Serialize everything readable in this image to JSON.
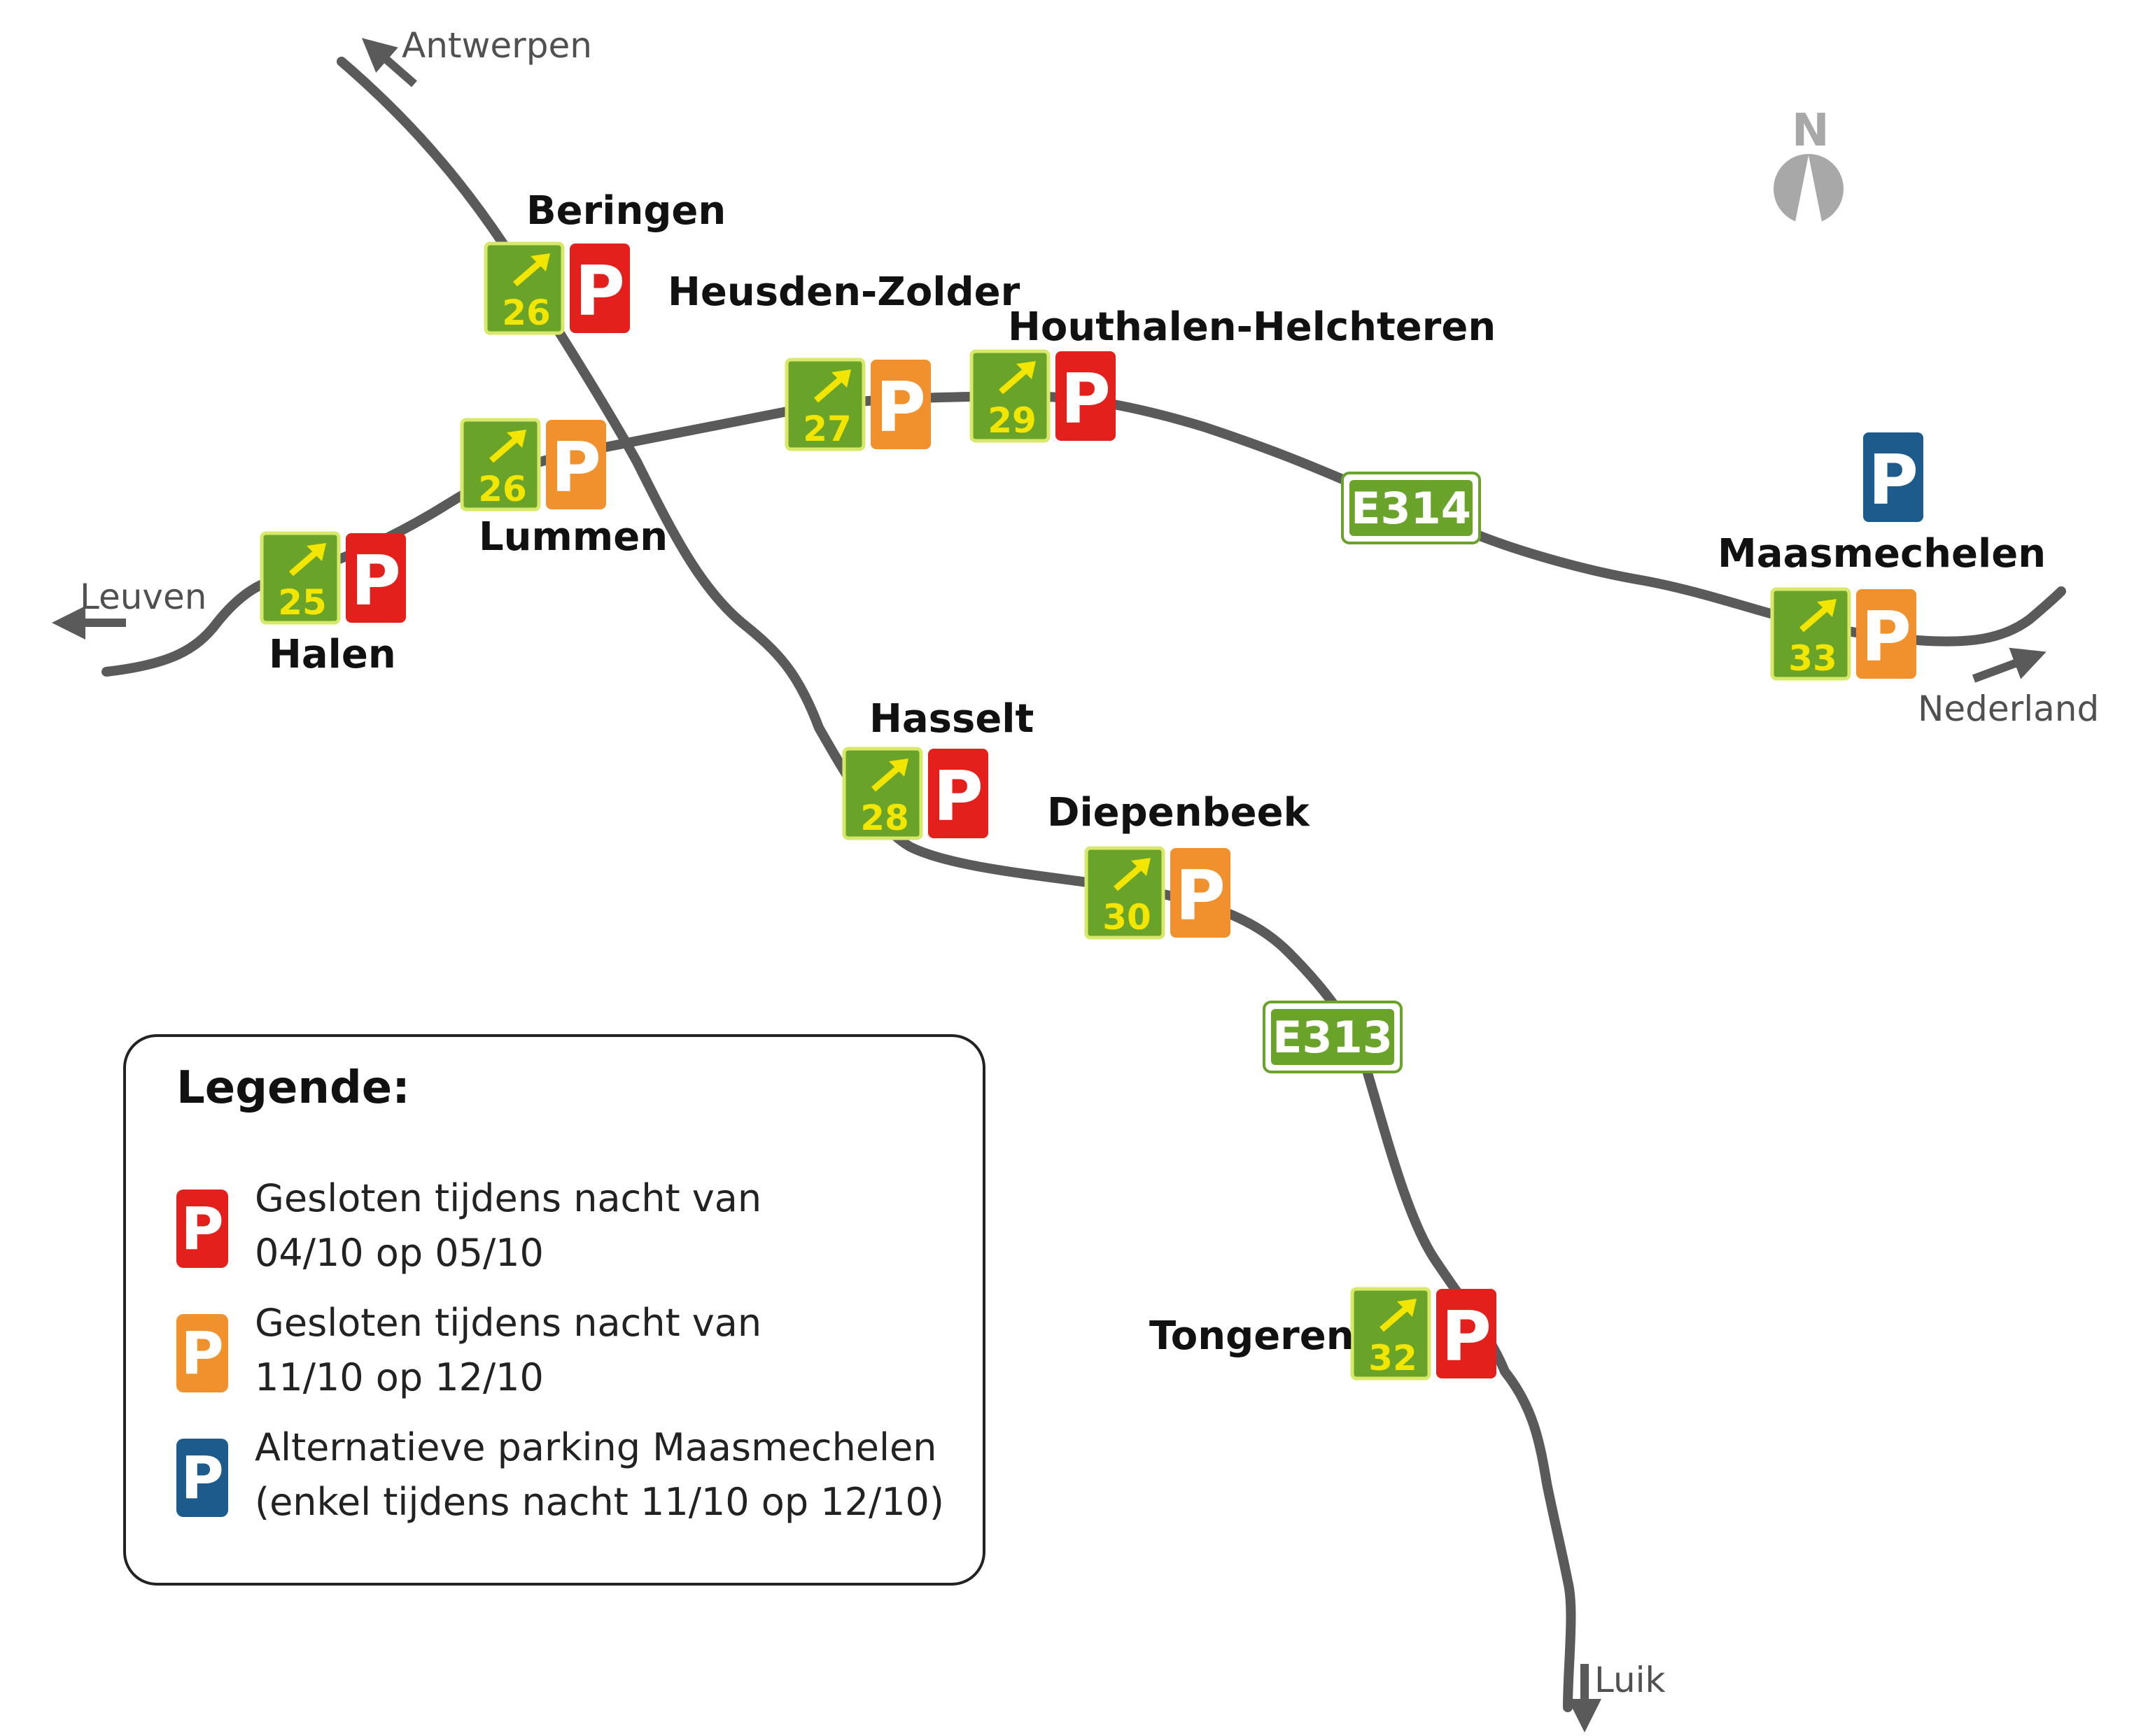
{
  "colors": {
    "road": "#5a5a5a",
    "exit_green": "#6aa329",
    "exit_arrow": "#f2e600",
    "parking_red": "#e3201b",
    "parking_orange": "#f0912e",
    "parking_blue": "#1d5b8c",
    "north_grey": "#a8a8a8"
  },
  "north": {
    "letter": "N"
  },
  "directions": {
    "antwerpen": "Antwerpen",
    "leuven": "Leuven",
    "nederland": "Nederland",
    "luik": "Luik"
  },
  "highways": {
    "e314": "E314",
    "e313": "E313"
  },
  "places": {
    "beringen": "Beringen",
    "heusden_zolder": "Heusden-Zolder",
    "houthalen": "Houthalen-Helchteren",
    "lummen": "Lummen",
    "halen": "Halen",
    "maasmechelen": "Maasmechelen",
    "hasselt": "Hasselt",
    "diepenbeek": "Diepenbeek",
    "tongeren": "Tongeren"
  },
  "exits": {
    "beringen": {
      "number": "26",
      "parking": "P",
      "status": "red"
    },
    "heusden_zolder": {
      "number": "27",
      "parking": "P",
      "status": "orange"
    },
    "houthalen": {
      "number": "29",
      "parking": "P",
      "status": "red"
    },
    "lummen": {
      "number": "26",
      "parking": "P",
      "status": "orange"
    },
    "halen": {
      "number": "25",
      "parking": "P",
      "status": "red"
    },
    "maasmechelen": {
      "number": "33",
      "parking": "P",
      "status": "orange"
    },
    "hasselt": {
      "number": "28",
      "parking": "P",
      "status": "red"
    },
    "diepenbeek": {
      "number": "30",
      "parking": "P",
      "status": "orange"
    },
    "tongeren": {
      "number": "32",
      "parking": "P",
      "status": "red"
    }
  },
  "alt_parking": {
    "letter": "P",
    "status": "blue"
  },
  "legend": {
    "title": "Legende:",
    "items": [
      {
        "icon": "P",
        "color": "red",
        "line1": "Gesloten tijdens nacht van",
        "line2": "04/10 op 05/10"
      },
      {
        "icon": "P",
        "color": "orange",
        "line1": "Gesloten tijdens nacht van",
        "line2": "11/10 op 12/10"
      },
      {
        "icon": "P",
        "color": "blue",
        "line1": "Alternatieve parking Maasmechelen",
        "line2": "(enkel tijdens nacht 11/10 op 12/10)"
      }
    ]
  }
}
